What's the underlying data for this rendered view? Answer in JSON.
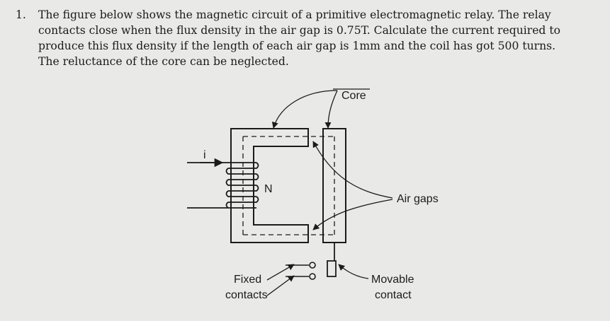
{
  "question": {
    "number": "1.",
    "lines": [
      "The figure below shows the magnetic circuit of a primitive electromagnetic relay. The relay",
      "contacts close when the flux density in the air gap is 0.75T. Calculate the current required to",
      "produce this flux density if the length of each air gap is 1mm and the coil has got 500 turns.",
      "The reluctance of the core can be neglected."
    ]
  },
  "figure": {
    "labels": {
      "core": "Core",
      "air_gaps": "Air gaps",
      "coil_turns": "N",
      "current": "i",
      "fixed_line1": "Fixed",
      "fixed_line2": "contacts",
      "movable_line1": "Movable",
      "movable_line2": "contact"
    }
  }
}
